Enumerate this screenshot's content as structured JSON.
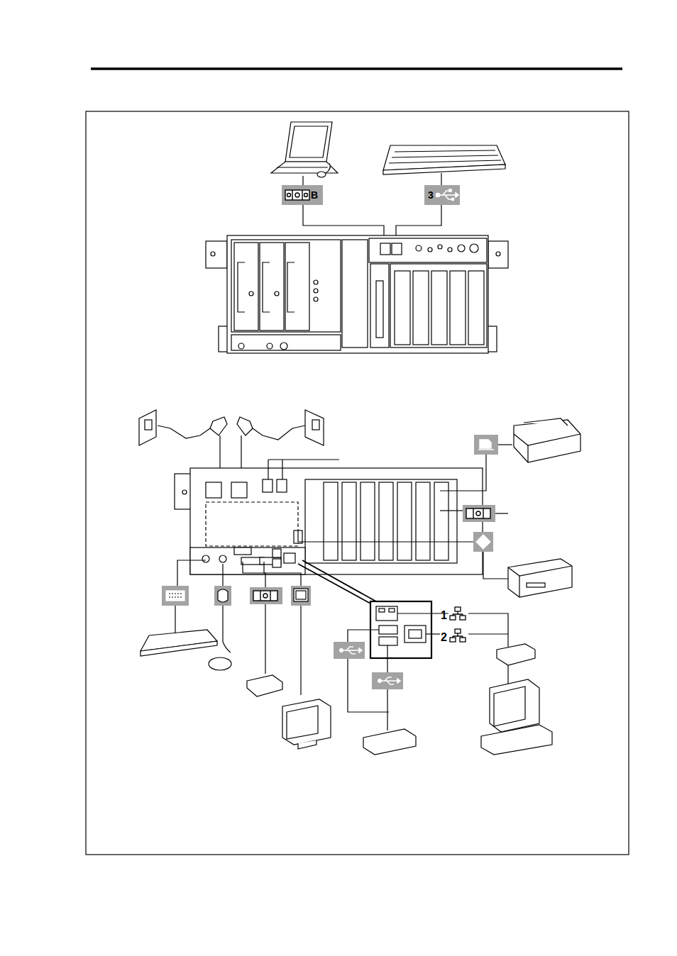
{
  "diagram": {
    "nodes": [
      {
        "text": [
          "B"
        ]
      },
      {
        "text": [
          "3"
        ]
      }
    ],
    "labels": [
      "1",
      "2"
    ]
  }
}
